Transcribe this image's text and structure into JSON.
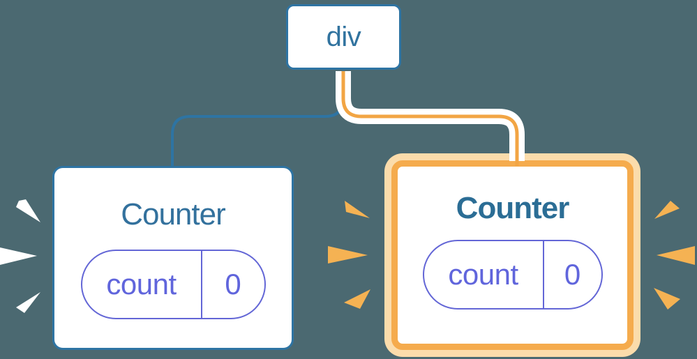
{
  "canvas": {
    "background": "#4b6971"
  },
  "tree": {
    "root": {
      "label": "div"
    },
    "children": [
      {
        "title": "Counter",
        "highlighted": false,
        "state_pill": {
          "key": "count",
          "value": "0"
        }
      },
      {
        "title": "Counter",
        "highlighted": true,
        "state_pill": {
          "key": "count",
          "value": "0"
        }
      }
    ]
  },
  "colors": {
    "background": "#4b6971",
    "blue_stroke": "#2e74a3",
    "title_blue": "#33719d",
    "title_blue_bold": "#2b6d95",
    "pill_purple": "#6366d6",
    "pill_text_purple": "#6065dc",
    "connector_orange": "#f2a544",
    "highlight_border_orange": "#f5ab4d",
    "highlight_ring_orange": "#fbdcab",
    "spark_orange": "#f5b253",
    "spark_white": "#ffffff",
    "card_background": "#ffffff"
  }
}
